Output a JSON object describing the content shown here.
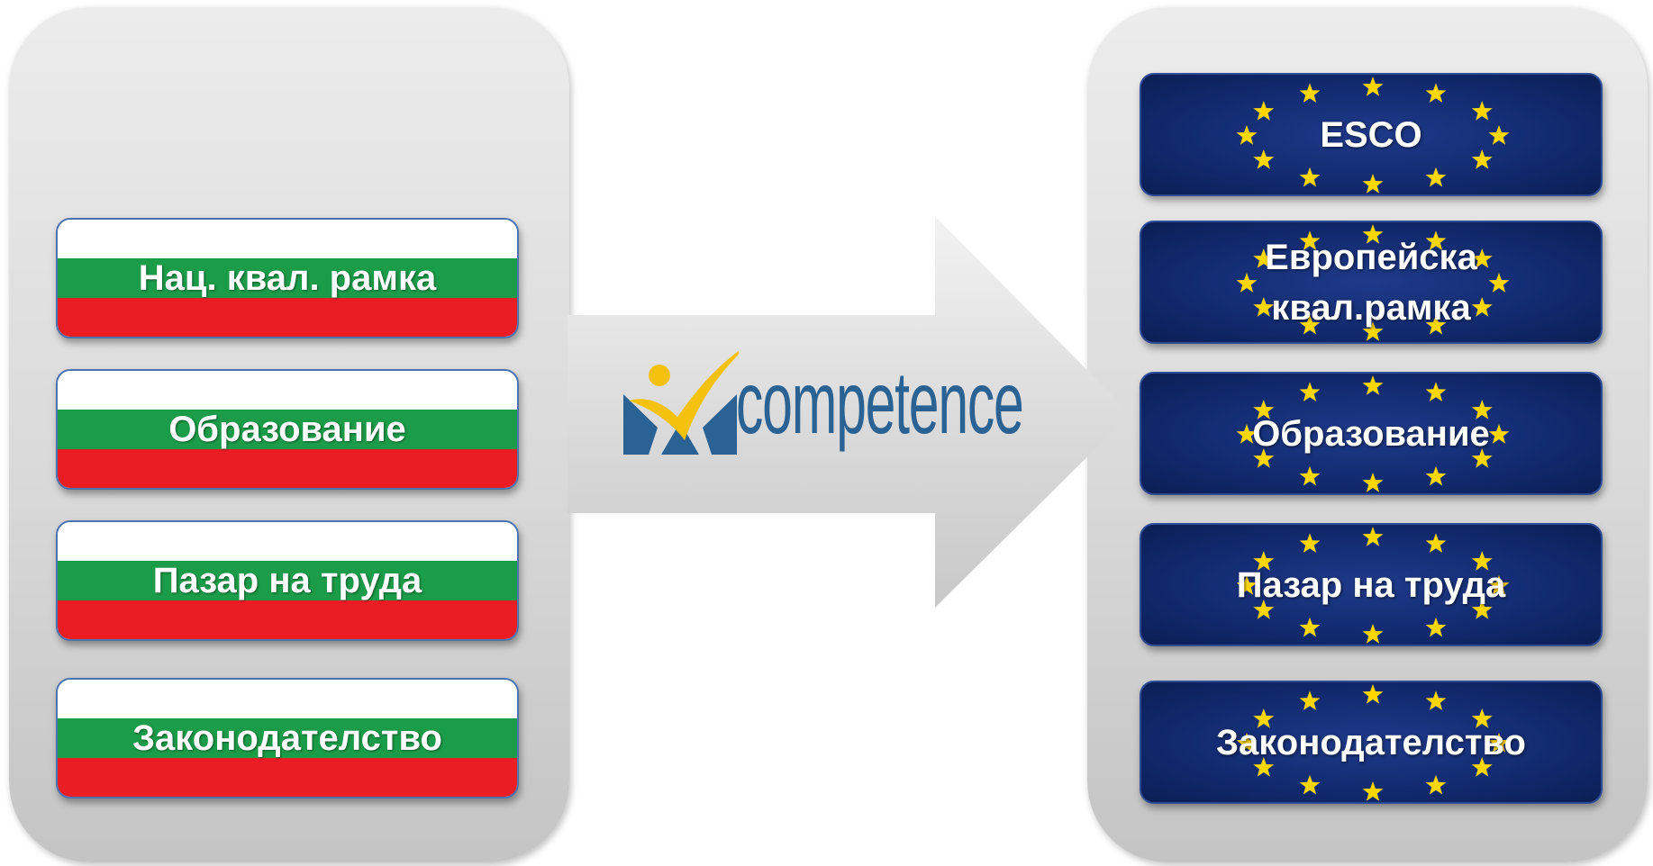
{
  "left_items": [
    {
      "label": "Нац. квал. рамка"
    },
    {
      "label": "Образование"
    },
    {
      "label": "Пазар на труда"
    },
    {
      "label": "Законодателство"
    }
  ],
  "right_items": [
    {
      "label": "ESCO"
    },
    {
      "label": "Европейска квал.рамка"
    },
    {
      "label": "Образование"
    },
    {
      "label": "Пазар на труда"
    },
    {
      "label": "Законодателство"
    }
  ],
  "logo": {
    "text": "competence",
    "icon": "checkmark-person-logo"
  },
  "colors": {
    "bg_white": "#ffffff",
    "bg_green": "#1b9c48",
    "bg_red": "#ea1c24",
    "eu_blue": "#112a6e",
    "eu_star": "#ffd700",
    "logo_blue": "#2a6294",
    "logo_yellow": "#f4c20d"
  }
}
